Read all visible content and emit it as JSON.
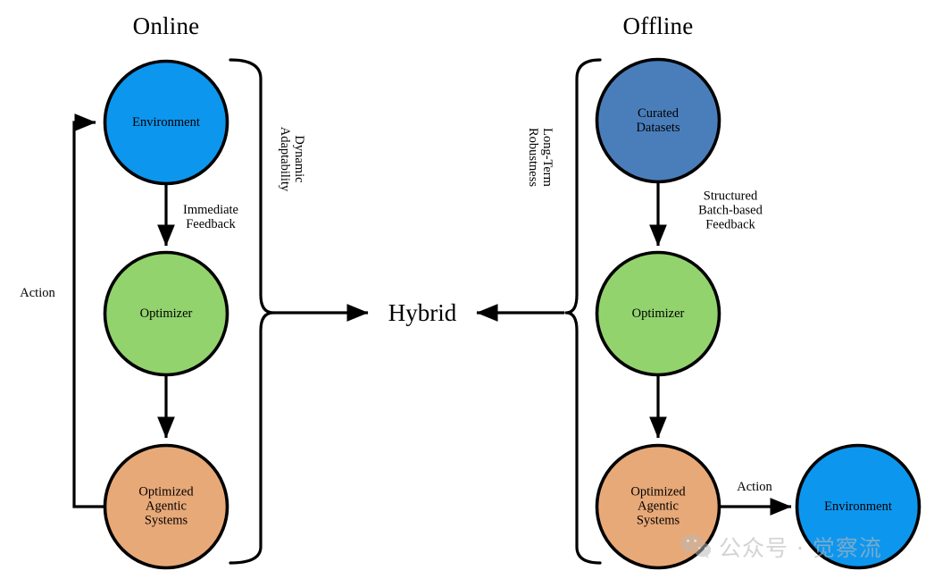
{
  "diagram": {
    "columns": [
      {
        "id": "online",
        "title": "Online"
      },
      {
        "id": "offline",
        "title": "Offline"
      }
    ],
    "hub": {
      "label": "Hybrid"
    },
    "braces": [
      {
        "id": "online-brace",
        "label": "Dynamic\nAdaptability"
      },
      {
        "id": "offline-brace",
        "label": "Long-Term\nRobustness"
      }
    ],
    "nodes": {
      "online_environment": {
        "label": "Environment",
        "color": "#0d96ee"
      },
      "online_optimizer": {
        "label": "Optimizer",
        "color": "#92d36e"
      },
      "online_agentic": {
        "label": "Optimized\nAgentic\nSystems",
        "color": "#e8a978"
      },
      "offline_datasets": {
        "label": "Curated\nDatasets",
        "color": "#4a7ebb"
      },
      "offline_optimizer": {
        "label": "Optimizer",
        "color": "#92d36e"
      },
      "offline_agentic": {
        "label": "Optimized\nAgentic\nSystems",
        "color": "#e8a978"
      },
      "offline_environment": {
        "label": "Environment",
        "color": "#0d96ee"
      }
    },
    "edges": [
      {
        "id": "online-feedback",
        "label": "Immediate\nFeedback"
      },
      {
        "id": "online-action",
        "label": "Action"
      },
      {
        "id": "offline-feedback",
        "label": "Structured\nBatch-based\nFeedback"
      },
      {
        "id": "offline-action",
        "label": "Action"
      }
    ],
    "watermark": {
      "text": "公众号 · 觉察流",
      "icon": "wechat-icon",
      "color": "#b9b9b9"
    },
    "stroke_color": "#000000",
    "background": "#ffffff"
  }
}
